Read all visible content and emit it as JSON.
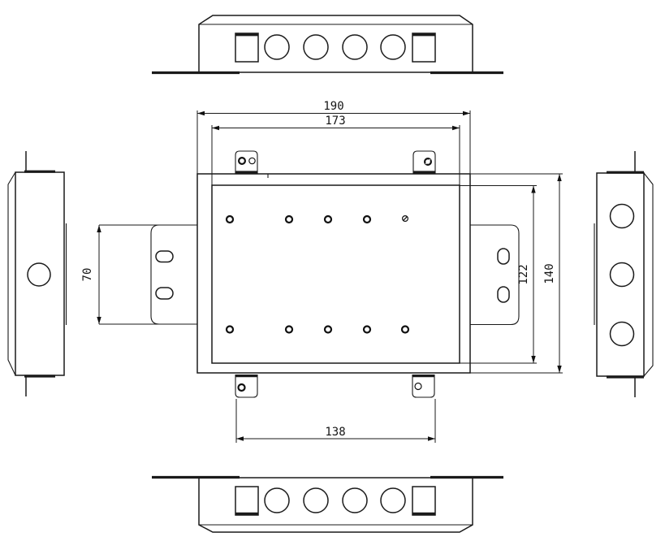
{
  "dimensions": {
    "overall_width": "190",
    "cover_width": "173",
    "mounting_hole_span": "138",
    "side_arm_height": "70",
    "cover_height": "122",
    "overall_height": "140"
  },
  "colors": {
    "line": "#1a1a1a",
    "background": "#ffffff"
  }
}
